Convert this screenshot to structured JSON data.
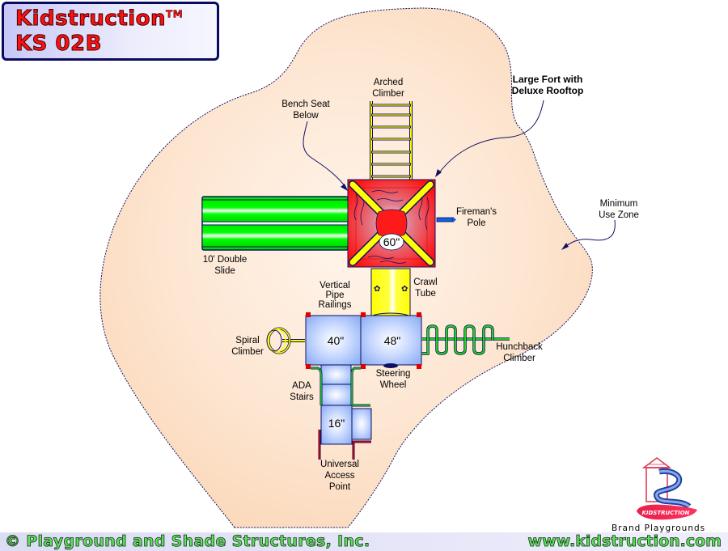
{
  "title": {
    "brand": "Kidstruction",
    "trademark": "TM",
    "model": "KS 02B"
  },
  "colors": {
    "use_zone_fill": "#fde9d6",
    "outline": "#101060",
    "fort_red": "#ff1a1a",
    "roof_yellow": "#ffff00",
    "slide_green": "#00ff00",
    "deck_blue": "#a8c4ff",
    "title_red": "#ff1010",
    "footer_green": "#5fe05f"
  },
  "components": [
    {
      "id": "arched-climber",
      "label": "Arched\nClimber"
    },
    {
      "id": "bench-seat",
      "label": "Bench Seat\nBelow"
    },
    {
      "id": "large-fort",
      "label": "Large Fort with\nDeluxe Rooftop"
    },
    {
      "id": "firemans-pole",
      "label": "Fireman's\nPole"
    },
    {
      "id": "minimum-use-zone",
      "label": "Minimum\nUse Zone"
    },
    {
      "id": "double-slide",
      "label": "10' Double\nSlide"
    },
    {
      "id": "crawl-tube",
      "label": "Crawl\nTube"
    },
    {
      "id": "vertical-pipe-railings",
      "label": "Vertical\nPipe\nRailings"
    },
    {
      "id": "spiral-climber",
      "label": "Spiral\nClimber"
    },
    {
      "id": "hunchback-climber",
      "label": "Hunchback\nClimber"
    },
    {
      "id": "steering-wheel",
      "label": "Steering\nWheel"
    },
    {
      "id": "ada-stairs",
      "label": "ADA\nStairs"
    },
    {
      "id": "universal-access-point",
      "label": "Universal\nAccess\nPoint"
    }
  ],
  "deck_heights": {
    "fort": "60\"",
    "deck_left": "40\"",
    "deck_right": "48\"",
    "deck_lower": "16\""
  },
  "logo": {
    "name": "KIDSTRUCTION",
    "tagline": "Brand Playgrounds"
  },
  "footer": {
    "copyright": "© Playground and Shade Structures, Inc.",
    "website": "www.kidstruction.com"
  }
}
